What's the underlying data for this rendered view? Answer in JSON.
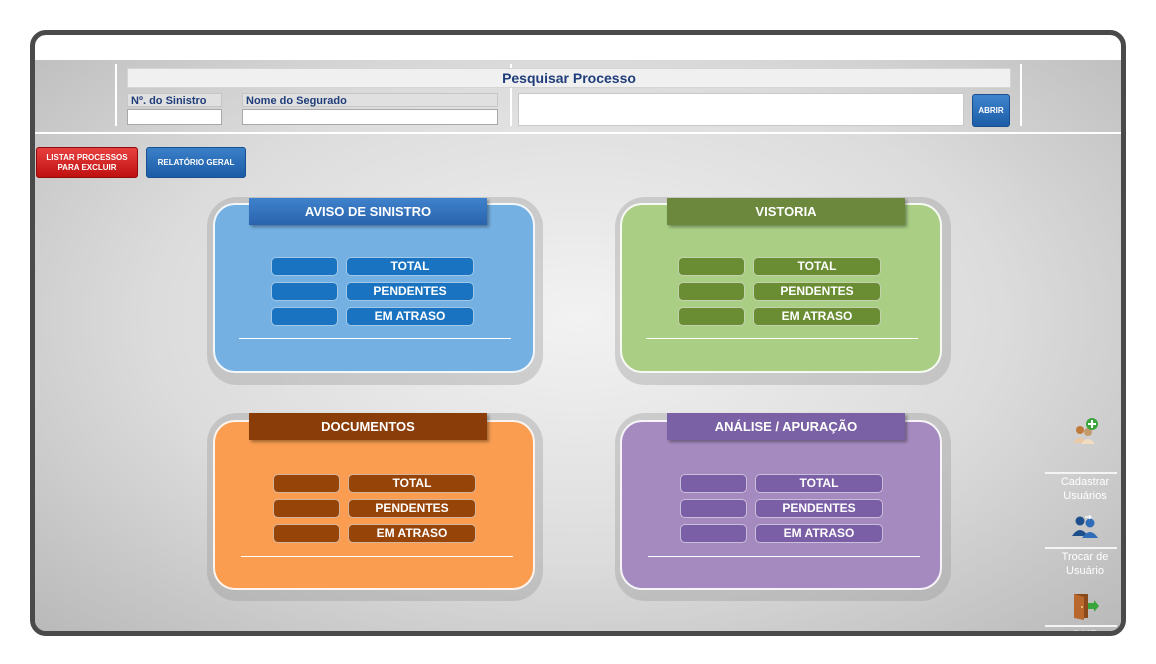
{
  "search": {
    "title": "Pesquisar Processo",
    "sinistro_label": "Nº. do Sinistro",
    "sinistro_value": "",
    "segurado_label": "Nome do Segurado",
    "segurado_value": "",
    "open_button": "ABRIR"
  },
  "actions": {
    "list_delete_line1": "LISTAR PROCESSOS",
    "list_delete_line2": "PARA EXCLUIR",
    "report": "RELATÓRIO GERAL"
  },
  "cards": {
    "aviso": {
      "title": "AVISO DE SINISTRO",
      "colors": {
        "header": "#2f6db8",
        "body": "#74b0e2",
        "box": "#1a73c0"
      },
      "metrics": [
        "TOTAL",
        "PENDENTES",
        "EM ATRASO"
      ]
    },
    "vistoria": {
      "title": "VISTORIA",
      "colors": {
        "header": "#6b883c",
        "body": "#a9ce84",
        "box": "#6a8d34"
      },
      "metrics": [
        "TOTAL",
        "PENDENTES",
        "EM ATRASO"
      ]
    },
    "documentos": {
      "title": "DOCUMENTOS",
      "colors": {
        "header": "#8a3d08",
        "body": "#fb9d50",
        "box": "#974409"
      },
      "metrics": [
        "TOTAL",
        "PENDENTES",
        "EM ATRASO"
      ]
    },
    "analise": {
      "title": "ANÁLISE / APURAÇÃO",
      "colors": {
        "header": "#7a60a5",
        "body": "#a48abf",
        "box": "#7b5fa6"
      },
      "metrics": [
        "TOTAL",
        "PENDENTES",
        "EM ATRASO"
      ]
    }
  },
  "sidebar": {
    "register_users_line1": "Cadastrar",
    "register_users_line2": "Usuários",
    "switch_user_line1": "Trocar de",
    "switch_user_line2": "Usuário",
    "exit": "SAIR"
  }
}
